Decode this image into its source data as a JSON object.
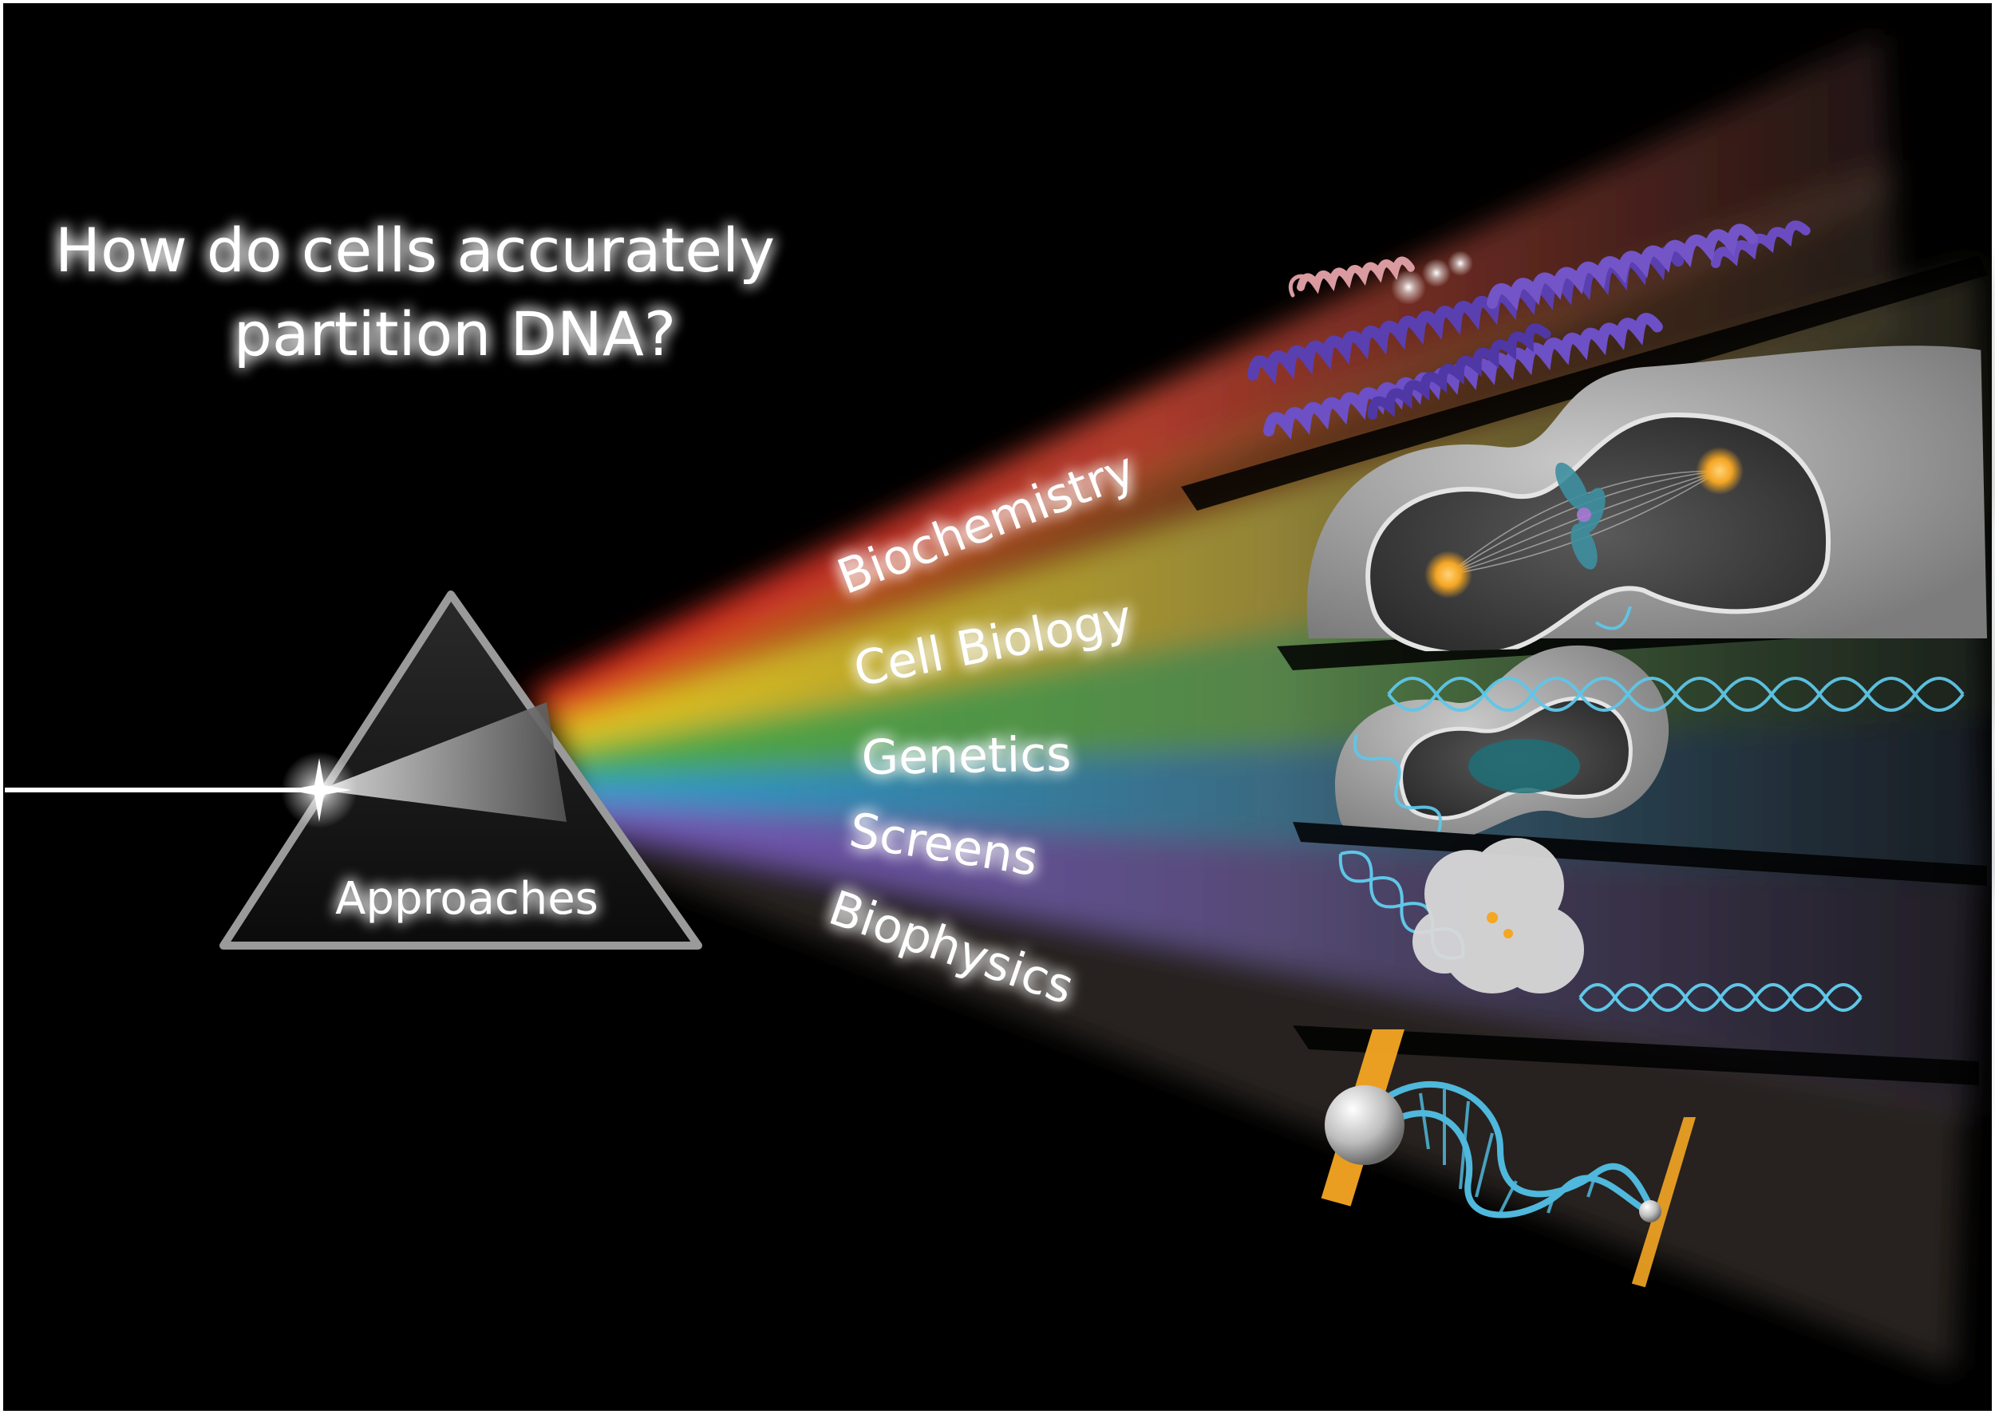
{
  "title": {
    "line1": "How do cells accurately",
    "line2": "partition DNA?"
  },
  "prism": {
    "label": "Approaches"
  },
  "approaches": [
    {
      "label": "Biochemistry",
      "color": "#e03a2a",
      "icon": "protein-helix-structure"
    },
    {
      "label": "Cell Biology",
      "color": "#f2d23a",
      "icon": "dividing-cell-spindle"
    },
    {
      "label": "Genetics",
      "color": "#58b548",
      "icon": "dna-helix-in-cell"
    },
    {
      "label": "Screens",
      "color": "#3aa6d8",
      "icon": "nucleosome-dna"
    },
    {
      "label": "Biophysics",
      "color": "#8a6fd0",
      "icon": "optical-tweezers-dna"
    }
  ],
  "colors": {
    "background": "#000000",
    "frame": "#ffffff",
    "dna": "#5fc7e8",
    "spindle_pole": "#f5a623"
  }
}
